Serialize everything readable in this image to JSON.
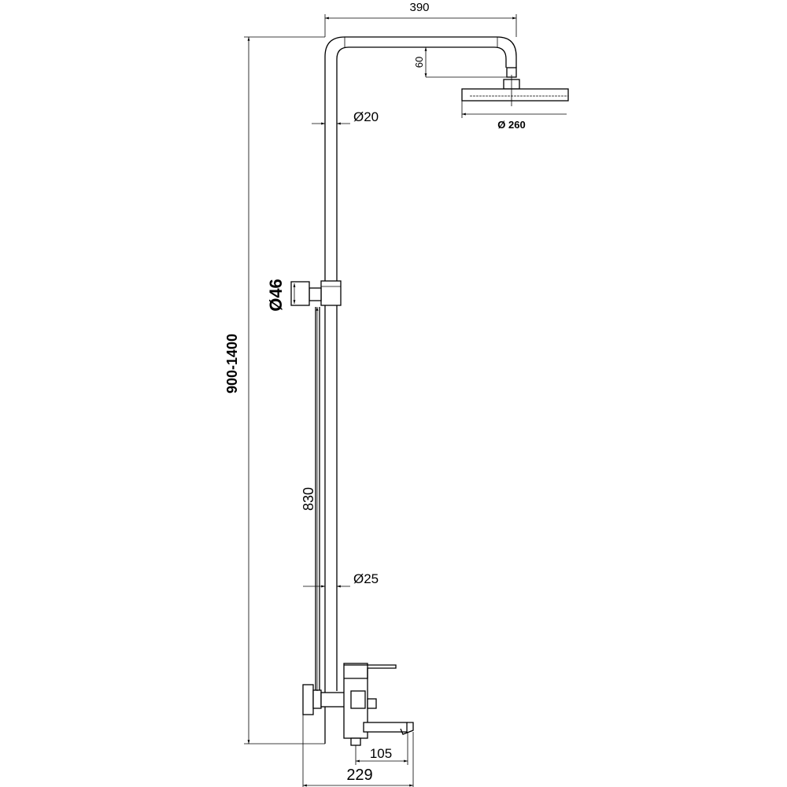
{
  "dimensions": {
    "arm_length": "390",
    "arm_drop": "60",
    "upper_pipe_diameter": "Ø20",
    "head_diameter": "Ø 260",
    "bracket_diameter": "Ø46",
    "total_height": "900-1400",
    "slide_bar_length": "830",
    "lower_pipe_diameter": "Ø25",
    "spout_projection": "105",
    "mixer_depth": "229"
  }
}
